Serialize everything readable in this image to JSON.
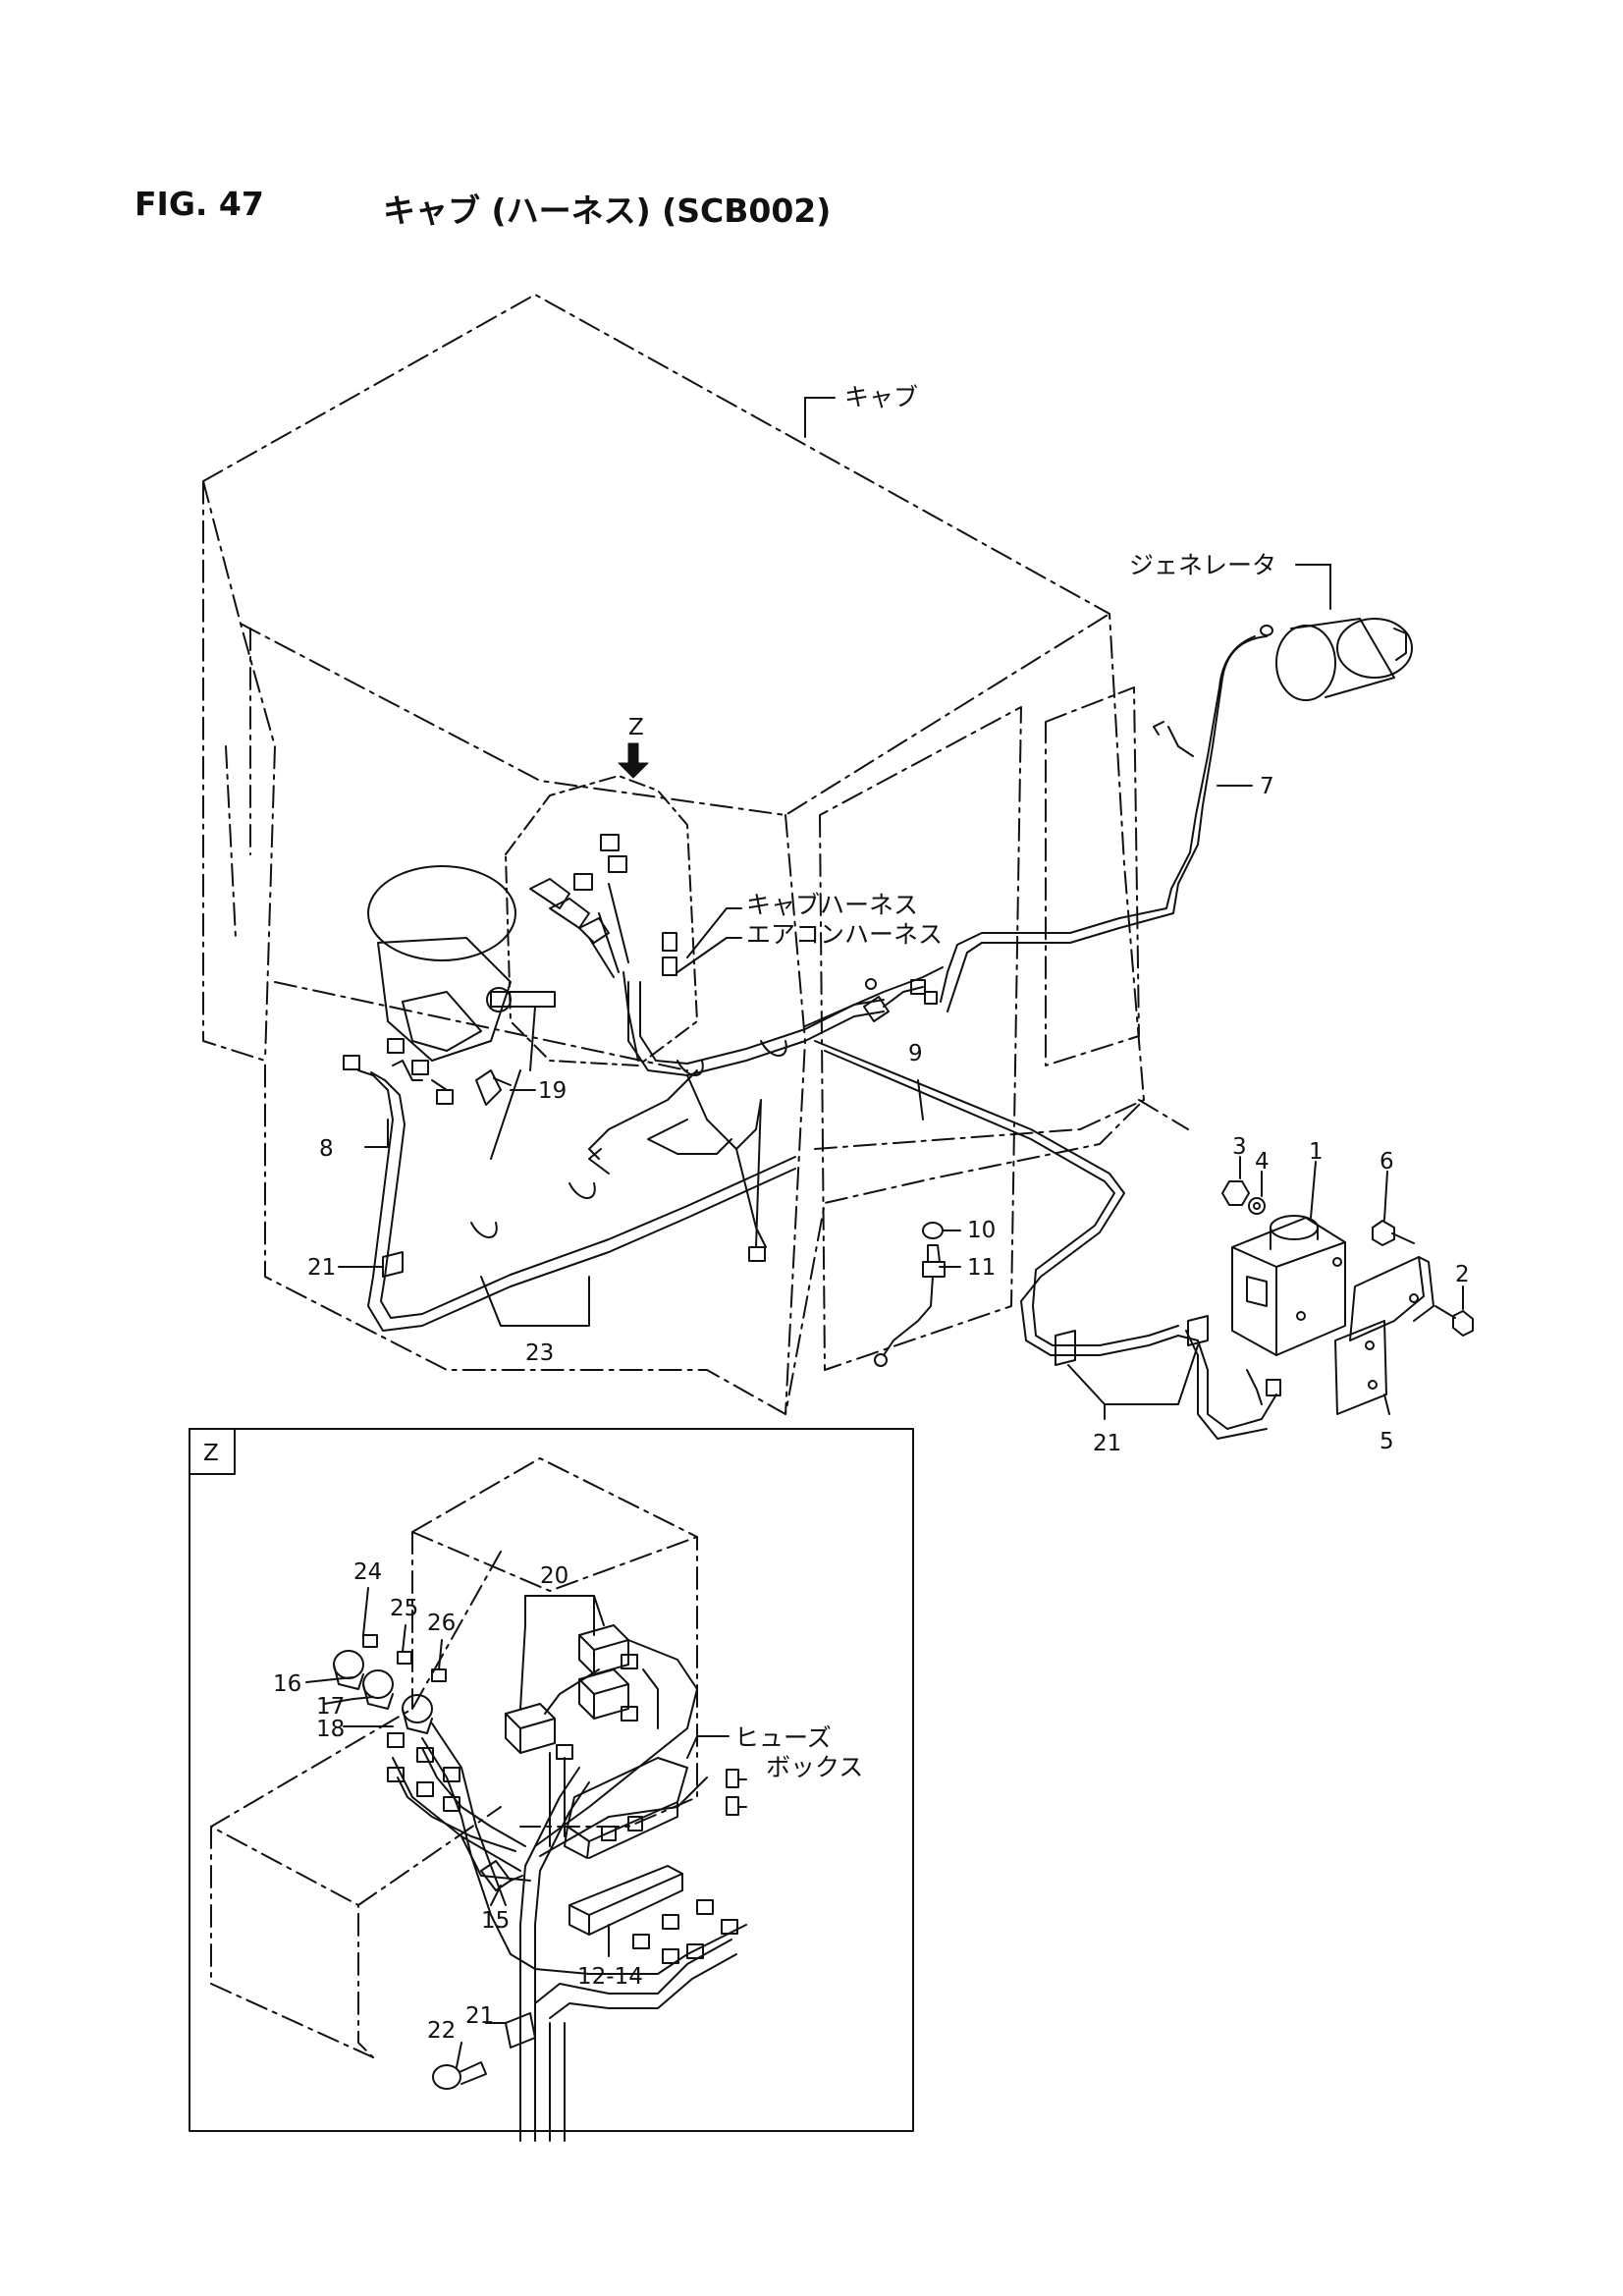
{
  "header": {
    "figure_number": "FIG. 47",
    "title": "キャブ (ハーネス) (SCB002)"
  },
  "names": {
    "cab": "キャブ",
    "generator": "ジェネレータ",
    "cab_harness": "キャブハーネス",
    "aircon_harness": "エアコンハーネス",
    "fuse_box_1": "ヒューズ",
    "fuse_box_2": "ボックス"
  },
  "view_z": {
    "arrow_label": "Z",
    "inset_label": "Z"
  },
  "part_numbers": {
    "p1": "1",
    "p2": "2",
    "p3": "3",
    "p4": "4",
    "p5": "5",
    "p6": "6",
    "p7": "7",
    "p8": "8",
    "p9": "9",
    "p10": "10",
    "p11": "11",
    "p19": "19",
    "p21a": "21",
    "p21b": "21",
    "p23": "23",
    "z20": "20",
    "z24": "24",
    "z25": "25",
    "z26": "26",
    "z16": "16",
    "z17": "17",
    "z18": "18",
    "z15": "15",
    "z22": "22",
    "z21": "21",
    "z12_14": "12-14"
  }
}
